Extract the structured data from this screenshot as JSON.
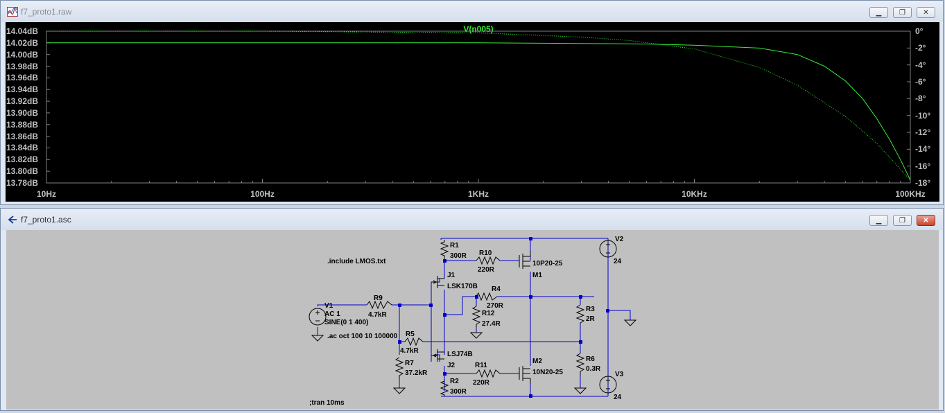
{
  "plot_window": {
    "title": "f7_proto1.raw",
    "icon": "waveform-icon",
    "trace_label": "V(n005)",
    "trace_color": "#33ee33",
    "left_axis_ticks": [
      "14.04dB",
      "14.02dB",
      "14.00dB",
      "13.98dB",
      "13.96dB",
      "13.94dB",
      "13.92dB",
      "13.90dB",
      "13.88dB",
      "13.86dB",
      "13.84dB",
      "13.82dB",
      "13.80dB",
      "13.78dB"
    ],
    "right_axis_ticks": [
      "0°",
      "-2°",
      "-4°",
      "-6°",
      "-8°",
      "-10°",
      "-12°",
      "-14°",
      "-16°",
      "-18°"
    ],
    "x_axis_ticks": [
      "10Hz",
      "100Hz",
      "1KHz",
      "10KHz",
      "100KHz"
    ]
  },
  "chart_data": {
    "type": "line",
    "x_scale": "log",
    "xlim": [
      10,
      100000
    ],
    "ylim_left": [
      13.78,
      14.04
    ],
    "ylim_right": [
      -18,
      0
    ],
    "grid": false,
    "series": [
      {
        "name": "V(n005)",
        "style": "solid",
        "axis": "left",
        "x": [
          10,
          100,
          1000,
          3000,
          6000,
          10000,
          20000,
          30000,
          40000,
          50000,
          60000,
          70000,
          80000,
          90000,
          100000
        ],
        "y": [
          14.02,
          14.02,
          14.02,
          14.019,
          14.018,
          14.016,
          14.011,
          14.0,
          13.98,
          13.955,
          13.925,
          13.89,
          13.855,
          13.82,
          13.785
        ]
      },
      {
        "name": "phase",
        "style": "dotted",
        "axis": "right",
        "x": [
          10,
          100,
          1000,
          3000,
          5000,
          10000,
          20000,
          30000,
          50000,
          70000,
          100000
        ],
        "y": [
          0,
          0,
          -0.2,
          -0.7,
          -1.1,
          -2.1,
          -4.3,
          -6.4,
          -10.1,
          -13.3,
          -17.7
        ]
      }
    ]
  },
  "schematic_window": {
    "title": "f7_proto1.asc",
    "icon": "schematic-icon"
  },
  "schematic": {
    "directives": {
      "include": ".include LMOS.txt",
      "ac": ".ac oct 100 10 100000",
      "tran": ";tran 10ms"
    },
    "components": {
      "V1": {
        "name": "V1",
        "value1": "AC 1",
        "value2": "SINE(0 1 400)"
      },
      "V2": {
        "name": "V2",
        "value": "24"
      },
      "V3": {
        "name": "V3",
        "value": "24"
      },
      "R1": {
        "name": "R1",
        "value": "300R"
      },
      "R2": {
        "name": "R2",
        "value": "300R"
      },
      "R3": {
        "name": "R3",
        "value": "2R"
      },
      "R4": {
        "name": "R4",
        "value": "270R"
      },
      "R5": {
        "name": "R5",
        "value": "4.7kR"
      },
      "R6": {
        "name": "R6",
        "value": "0.3R"
      },
      "R7": {
        "name": "R7",
        "value": "37.2kR"
      },
      "R9": {
        "name": "R9",
        "value": "4.7kR"
      },
      "R10": {
        "name": "R10",
        "value": "220R"
      },
      "R11": {
        "name": "R11",
        "value": "220R"
      },
      "R12": {
        "name": "R12",
        "value": "27.4R"
      },
      "J1": {
        "name": "J1",
        "value": "LSK170B"
      },
      "J2": {
        "name": "J2",
        "value": "LSJ74B"
      },
      "M1": {
        "name": "M1",
        "value": "10P20-25"
      },
      "M2": {
        "name": "M2",
        "value": "10N20-25"
      }
    },
    "wire_color": "#0000cc"
  }
}
